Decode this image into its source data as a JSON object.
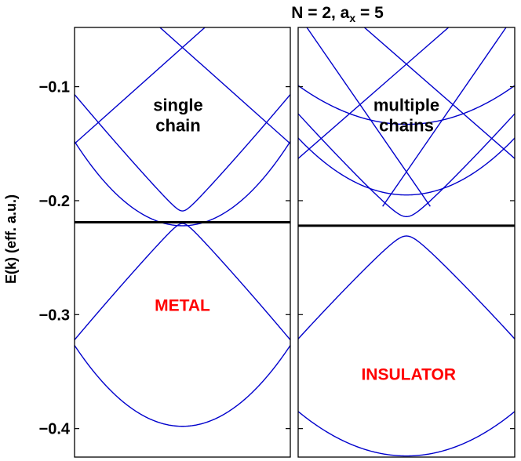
{
  "chart_data": {
    "type": "line",
    "title_main": "N = 2, a",
    "title_sub": "x",
    "title_end": " = 5",
    "ylabel": "E(k)  (eff. a.u.)",
    "ylim": [
      -0.425,
      -0.048
    ],
    "yticks": [
      -0.4,
      -0.3,
      -0.2,
      -0.1
    ],
    "ytick_labels": [
      "−0.4",
      "−0.3",
      "−0.2",
      "−0.1"
    ],
    "xlim": [
      -1,
      1
    ],
    "colors": {
      "band": "#0000cc",
      "fermi": "#000000",
      "regime": "#ff0000"
    },
    "panels": [
      {
        "annotation_lines": [
          "single",
          "chain"
        ],
        "regime": "METAL",
        "fermi_level": -0.219,
        "bands": [
          {
            "kind": "parabola",
            "vertex": -0.398,
            "curv": 0.071
          },
          {
            "kind": "parabola",
            "vertex": -0.222,
            "curv": 0.074
          },
          {
            "kind": "cone",
            "center": 0,
            "gap": 0.0055,
            "mid": -0.2145,
            "slope": 0.1025,
            "curv": 0.25
          },
          {
            "kind": "line",
            "x0": -1,
            "y0": -0.15,
            "x1": 0.54,
            "y1": -0.02
          },
          {
            "kind": "line",
            "x0": 1,
            "y0": -0.15,
            "x1": -0.54,
            "y1": -0.02
          }
        ]
      },
      {
        "annotation_lines": [
          "multiple",
          "chains"
        ],
        "regime": "INSULATOR",
        "fermi_level": -0.222,
        "bands": [
          {
            "kind": "parabola",
            "vertex": -0.424,
            "curv": 0.039
          },
          {
            "kind": "parabola",
            "vertex": -0.195,
            "curv": 0.05
          },
          {
            "kind": "parabola",
            "vertex": -0.133,
            "curv": 0.034
          },
          {
            "kind": "cone",
            "center": 0,
            "gap": 0.0085,
            "mid": -0.2225,
            "slope": 0.0928,
            "curv": 0.28
          },
          {
            "kind": "line",
            "x0": -1,
            "y0": -0.163,
            "x1": 0.63,
            "y1": -0.028
          },
          {
            "kind": "line",
            "x0": 1,
            "y0": -0.163,
            "x1": -0.63,
            "y1": -0.028
          },
          {
            "kind": "line",
            "x0": -0.92,
            "y0": -0.048,
            "x1": 0.22,
            "y1": -0.205
          },
          {
            "kind": "line",
            "x0": 0.92,
            "y0": -0.048,
            "x1": -0.22,
            "y1": -0.205
          }
        ]
      }
    ]
  }
}
